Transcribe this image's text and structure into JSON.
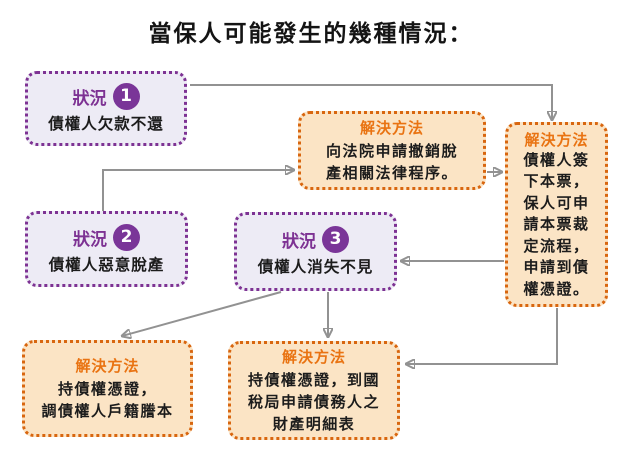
{
  "title": "當保人可能發生的幾種情況：",
  "colors": {
    "purple_border": "#7d3293",
    "purple_badge": "#7a3598",
    "purple_box_bg": "#edebf5",
    "orange_border": "#d8660f",
    "orange_label": "#e97312",
    "orange_box_bg": "#fbe4c5",
    "arrow_gray": "#929292",
    "body_text": "#1c1c1c"
  },
  "situations": [
    {
      "label": "狀況",
      "number": "1",
      "text": "債權人欠款不還"
    },
    {
      "label": "狀況",
      "number": "2",
      "text": "債權人惡意脫產"
    },
    {
      "label": "狀況",
      "number": "3",
      "text": "債權人消失不見"
    }
  ],
  "solutions": [
    {
      "label": "解決方法",
      "lines": [
        "向法院申請撤銷脫",
        "產相關法律程序。"
      ]
    },
    {
      "label": "解決方法",
      "lines": [
        "債權人簽",
        "下本票，",
        "保人可申",
        "請本票裁",
        "定流程，",
        "申請到債",
        "權憑證。"
      ]
    },
    {
      "label": "解決方法",
      "lines": [
        "持債權憑證，",
        "調債權人戶籍謄本"
      ]
    },
    {
      "label": "解決方法",
      "lines": [
        "持債權憑證，到國",
        "稅局申請債務人之",
        "財產明細表"
      ]
    }
  ]
}
